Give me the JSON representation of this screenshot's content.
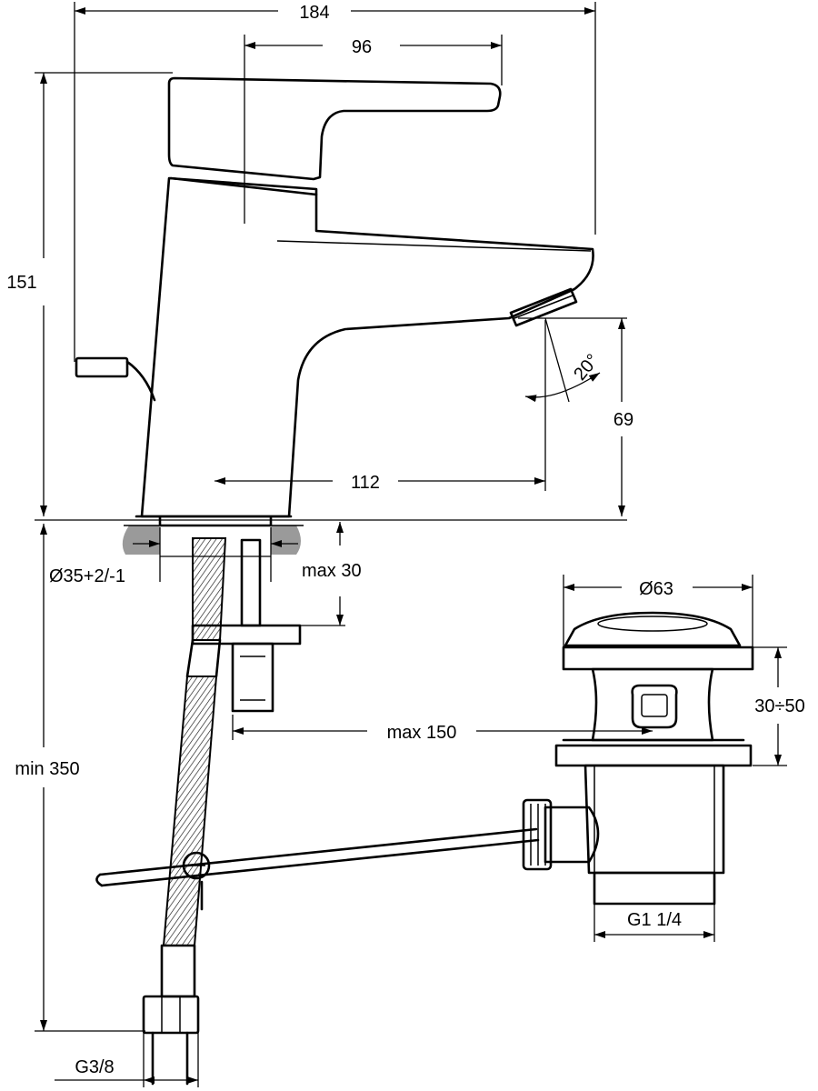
{
  "dimensions": {
    "total_width": "184",
    "spout_offset": "96",
    "total_height": "151",
    "spout_reach": "112",
    "spout_height": "69",
    "spray_angle": "20°",
    "hole_diameter": "Ø35+2/-1",
    "max_thickness": "max 30",
    "min_supply_length": "min 350",
    "max_rod_distance": "max 150",
    "drain_diameter": "Ø63",
    "drain_range": "30÷50",
    "drain_thread": "G1 1/4",
    "supply_thread": "G3/8"
  }
}
